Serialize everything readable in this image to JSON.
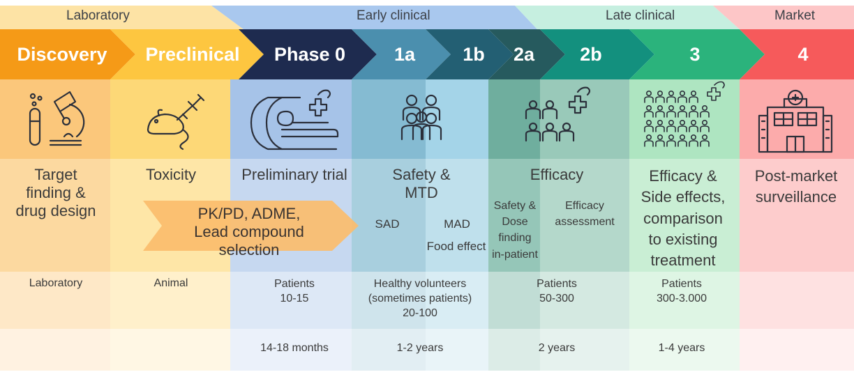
{
  "stages": {
    "laboratory": "Laboratory",
    "early_clinical": "Early clinical",
    "late_clinical": "Late clinical",
    "market": "Market"
  },
  "phases": {
    "discovery": "Discovery",
    "preclinical": "Preclinical",
    "phase0": "Phase 0",
    "p1a": "1a",
    "p1b": "1b",
    "p2a": "2a",
    "p2b": "2b",
    "p3": "3",
    "p4": "4"
  },
  "goals": {
    "discovery": [
      "Target",
      "finding &",
      "drug design"
    ],
    "preclinical": "Toxicity",
    "phase0": "Preliminary trial",
    "phase1": [
      "Safety &",
      "MTD"
    ],
    "phase2": "Efficacy",
    "phase3": [
      "Efficacy &",
      "Side effects,",
      "comparison",
      "to existing",
      "treatment"
    ],
    "phase4": [
      "Post-market",
      "surveillance"
    ]
  },
  "arrow_banner": [
    "PK/PD, ADME,",
    "Lead compound selection"
  ],
  "sub_goals": {
    "sad": "SAD",
    "mad": "MAD",
    "food_effect": "Food effect",
    "p2a": [
      "Safety &",
      "Dose",
      "finding",
      "in-patient"
    ],
    "p2b": [
      "Efficacy",
      "assessment"
    ]
  },
  "subjects": {
    "discovery": "Laboratory",
    "preclinical": "Animal",
    "phase0": [
      "Patients",
      "10-15"
    ],
    "phase1": [
      "Healthy volunteers",
      "(sometimes patients)",
      "20-100"
    ],
    "phase2": [
      "Patients",
      "50-300"
    ],
    "phase3": [
      "Patients",
      "300-3.000"
    ]
  },
  "durations": {
    "phase0": "14-18 months",
    "phase1": "1-2 years",
    "phase2": "2 years",
    "phase3": "1-4 years"
  },
  "colors": {
    "discovery": "#f59a17",
    "preclinical": "#fdc640",
    "phase0": "#1e2b4f",
    "p1a": "#4b8fae",
    "p1b": "#235f73",
    "p2a": "#265a5e",
    "p2b": "#13907e",
    "p3": "#2bb37c",
    "p4": "#f65a5b",
    "icon_stroke": "#2b2f3a"
  },
  "icons": {
    "discovery": "microscope-test-tube-icon",
    "preclinical": "lab-mouse-syringe-icon",
    "phase0": "scanner-patient-icon",
    "phase1": "small-group-icon",
    "phase2": "medium-group-heart-icon",
    "phase3": "large-group-heart-icon",
    "phase4": "hospital-icon"
  }
}
